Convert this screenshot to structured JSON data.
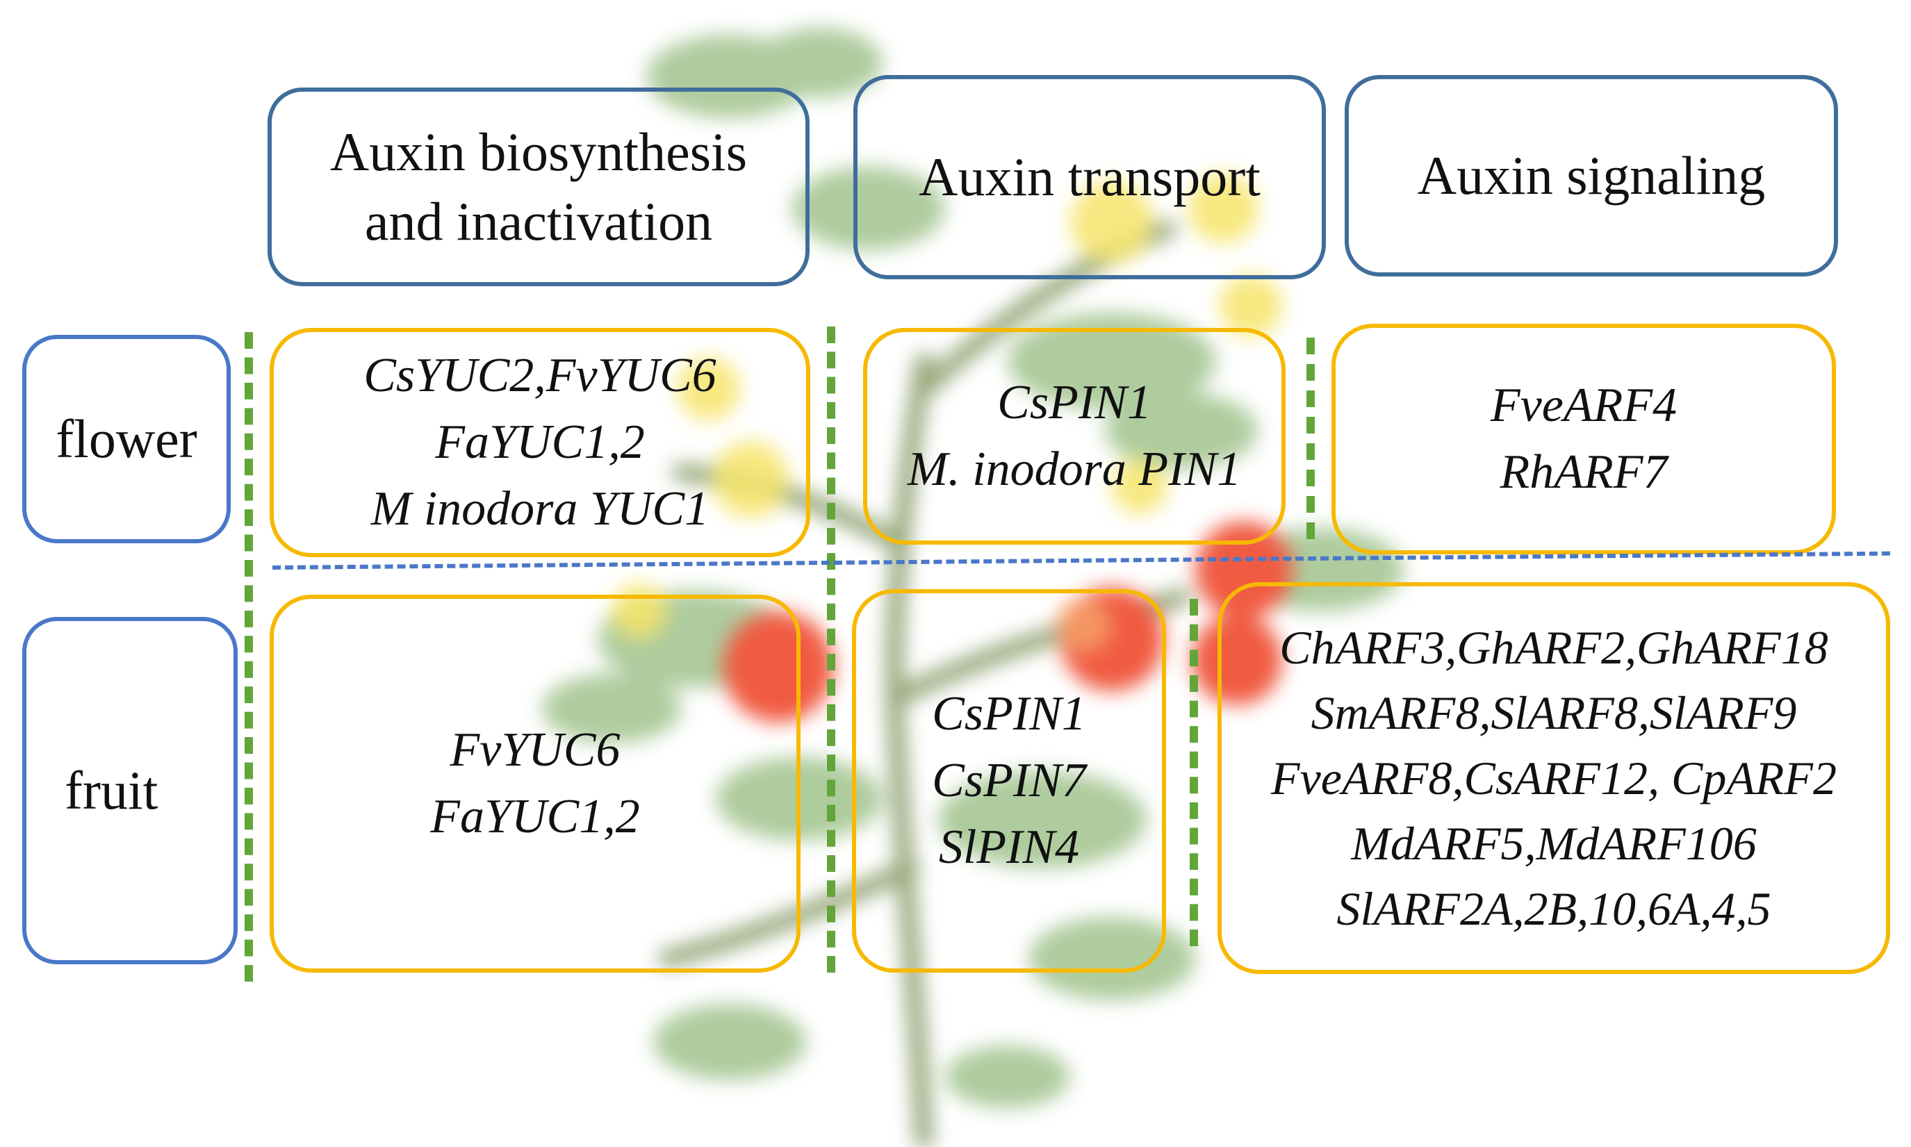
{
  "categories": {
    "biosynthesis": [
      "Auxin biosynthesis",
      "and inactivation"
    ],
    "transport": [
      "Auxin transport"
    ],
    "signaling": [
      "Auxin signaling"
    ]
  },
  "rows": {
    "flower": "flower",
    "fruit": "fruit"
  },
  "genes": {
    "flower": {
      "biosynthesis": [
        "CsYUC2,FvYUC6",
        "FaYUC1,2",
        "M inodora YUC1"
      ],
      "transport": [
        "CsPIN1",
        "M. inodora PIN1"
      ],
      "signaling": [
        "FveARF4",
        "RhARF7"
      ]
    },
    "fruit": {
      "biosynthesis": [
        "FvYUC6",
        "FaYUC1,2"
      ],
      "transport": [
        "CsPIN1",
        "CsPIN7",
        "SlPIN4"
      ],
      "signaling": [
        "ChARF3,GhARF2,GhARF18",
        "SmARF8,SlARF8,SlARF9",
        "FveARF8,CsARF12, CpARF2",
        "MdARF5,MdARF106",
        "SlARF2A,2B,10,6A,4,5"
      ]
    }
  },
  "colors": {
    "category_border": "#3f6e9c",
    "row_border": "#4a78c8",
    "gene_border": "#f7b900",
    "column_divider": "#62a63a",
    "row_divider": "#4a78c8"
  }
}
